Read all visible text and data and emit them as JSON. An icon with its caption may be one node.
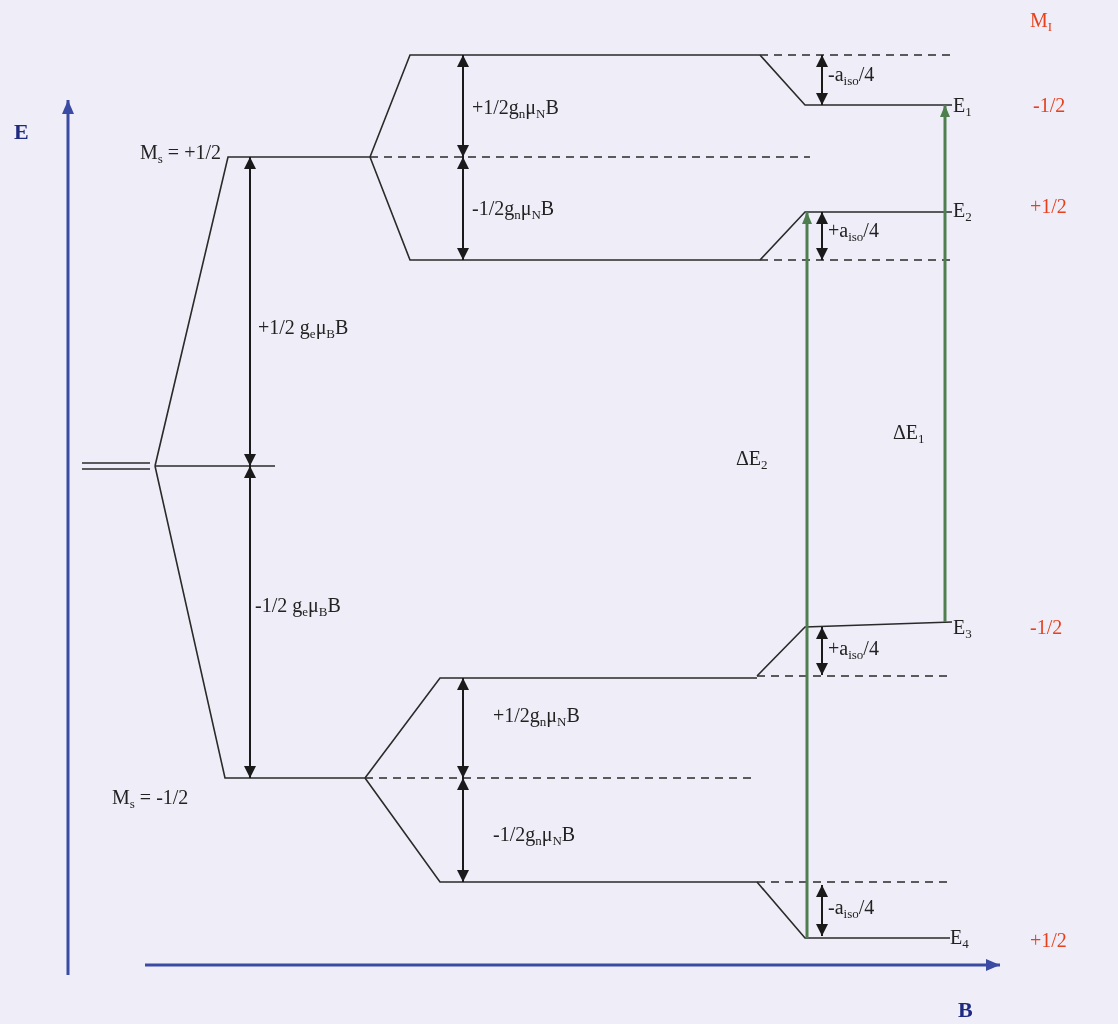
{
  "diagram": {
    "labels": [
      "M$_{I}$",
      "-a$_{iso}$/4",
      "E",
      "+1/2g$_{n}$μ$_{N}$B",
      "E$_{1}$",
      "-1/2",
      "M$_{s}$ = +1/2",
      "-1/2g$_{n}$μ$_{N}$B",
      "E$_{2}$",
      "+1/2",
      "+a$_{iso}$/4",
      "ΔE$_{1}$",
      "+1/2 g$_{e}$μ$_{B}$B",
      "ΔE$_{2}$",
      "-1/2 g$_{e}$μ$_{B}$B",
      "E$_{3}$",
      "-1/2",
      "+a$_{iso}$/4",
      "+1/2g$_{n}$μ$_{N}$B",
      "M$_{s}$ = -1/2",
      "-1/2g$_{n}$μ$_{N}$B",
      "-a$_{iso}$/4",
      "E$_{4}$",
      "+1/2",
      "B"
    ]
  }
}
